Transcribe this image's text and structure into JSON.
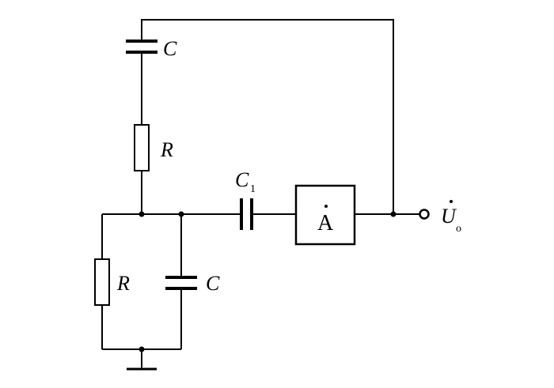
{
  "labels": {
    "cap_top": "C",
    "res_top": "R",
    "cap_coupling": "C",
    "cap_coupling_sub": "1",
    "amplifier": "A",
    "output": "U",
    "output_sub": "o",
    "res_bottom": "R",
    "cap_bottom": "C"
  }
}
